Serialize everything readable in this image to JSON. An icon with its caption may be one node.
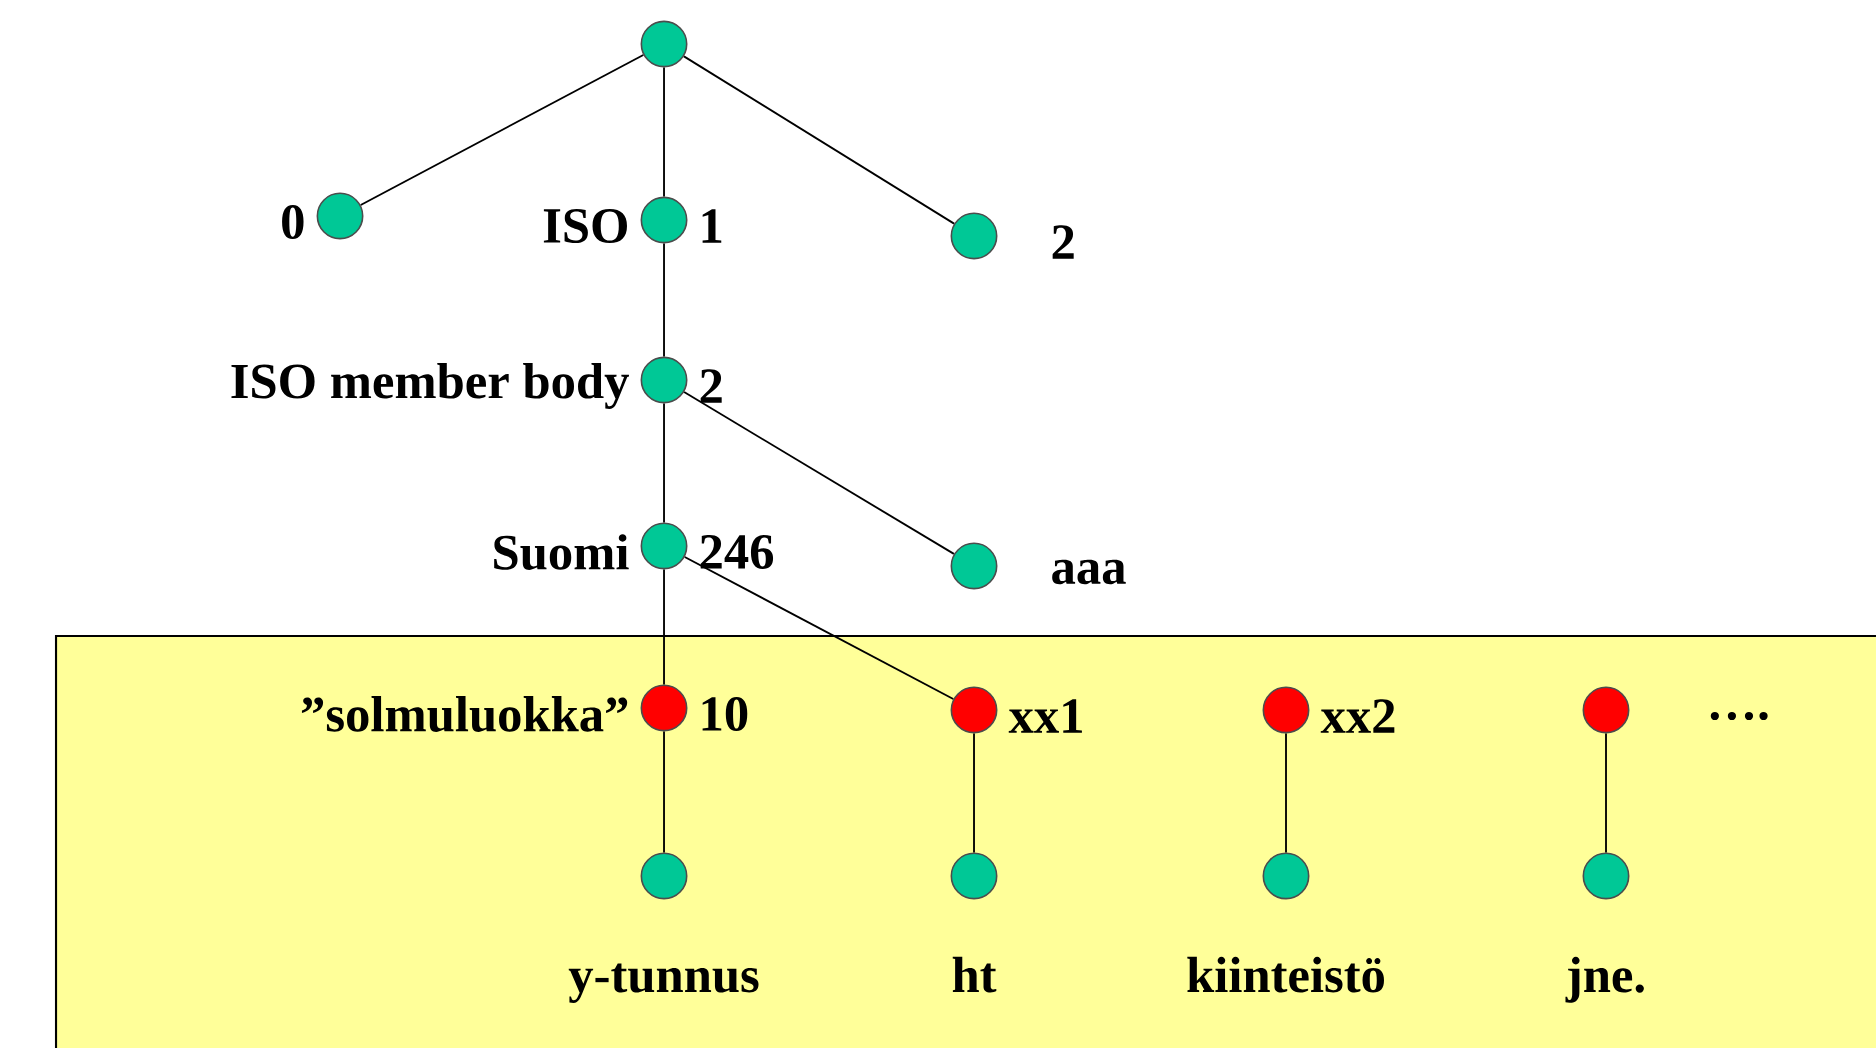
{
  "diagram": {
    "nodes": [
      {
        "text": [],
        "shape": "circle"
      },
      {
        "text": [],
        "shape": "circle",
        "beside": [
          "0"
        ]
      },
      {
        "text": [],
        "shape": "circle",
        "beside": [
          "ISO",
          "1"
        ]
      },
      {
        "text": [],
        "shape": "circle",
        "beside": [
          "2"
        ]
      },
      {
        "text": [],
        "shape": "circle",
        "beside": [
          "ISO member body",
          "2"
        ]
      },
      {
        "text": [],
        "shape": "circle",
        "beside": [
          "Suomi",
          "246"
        ]
      },
      {
        "text": [],
        "shape": "circle",
        "beside": [
          "aaa"
        ]
      },
      {
        "text": [],
        "shape": "box"
      },
      {
        "text": [],
        "shape": "circle",
        "in": 7,
        "beside": [
          "”solmuluokka”",
          "10"
        ]
      },
      {
        "text": [],
        "shape": "circle",
        "in": 7,
        "beside": [
          "xx1"
        ]
      },
      {
        "text": [],
        "shape": "circle",
        "in": 7,
        "beside": [
          "xx2"
        ]
      },
      {
        "text": [],
        "shape": "circle",
        "in": 7,
        "beside": [
          "…."
        ]
      },
      {
        "text": [],
        "shape": "circle",
        "in": 7,
        "beside": [
          "y-tunnus"
        ]
      },
      {
        "text": [],
        "shape": "circle",
        "in": 7,
        "beside": [
          "ht"
        ]
      },
      {
        "text": [],
        "shape": "circle",
        "in": 7,
        "beside": [
          "kiinteistö"
        ]
      },
      {
        "text": [],
        "shape": "circle",
        "in": 7,
        "beside": [
          "jne."
        ]
      }
    ],
    "edges": [
      {
        "from": 0,
        "to": 1,
        "arrow": "none"
      },
      {
        "from": 0,
        "to": 2,
        "arrow": "none"
      },
      {
        "from": 0,
        "to": 3,
        "arrow": "none"
      },
      {
        "from": 2,
        "to": 4,
        "arrow": "none"
      },
      {
        "from": 4,
        "to": 5,
        "arrow": "none"
      },
      {
        "from": 4,
        "to": 6,
        "arrow": "none"
      },
      {
        "from": 5,
        "to": 8,
        "arrow": "none"
      },
      {
        "from": 5,
        "to": 9,
        "arrow": "none"
      },
      {
        "from": 8,
        "to": 12,
        "arrow": "none"
      },
      {
        "from": 9,
        "to": 13,
        "arrow": "none"
      },
      {
        "from": 10,
        "to": 14,
        "arrow": "none"
      },
      {
        "from": 11,
        "to": 15,
        "arrow": "none"
      }
    ]
  }
}
